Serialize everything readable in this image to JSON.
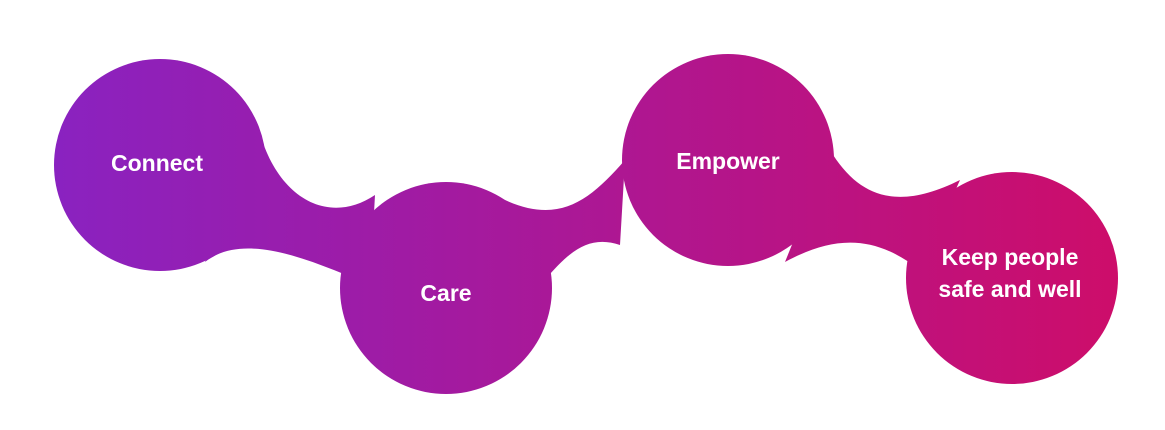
{
  "diagram": {
    "steps": [
      {
        "id": "connect",
        "label_lines": [
          "Connect"
        ]
      },
      {
        "id": "care",
        "label_lines": [
          "Care"
        ]
      },
      {
        "id": "empower",
        "label_lines": [
          "Empower"
        ]
      },
      {
        "id": "keep-safe",
        "label_lines": [
          "Keep people",
          "safe and well"
        ]
      }
    ],
    "colors": {
      "gradient_start": "#8a22c0",
      "gradient_end": "#cd0d6a",
      "text": "#ffffff",
      "background": "#ffffff"
    }
  }
}
